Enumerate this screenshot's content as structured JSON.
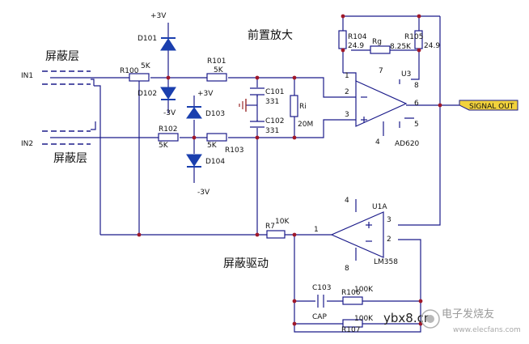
{
  "titles": {
    "preamp": "前置放大",
    "shield_drive": "屏蔽驱动",
    "shield_top": "屏蔽层",
    "shield_bottom": "屏蔽层"
  },
  "inputs": {
    "in1": "IN1",
    "in2": "IN2"
  },
  "supplies": {
    "d101_pos": "+3V",
    "d102_neg": "-3V",
    "d103_pos": "+3V",
    "d104_neg": "-3V"
  },
  "resistors": {
    "r100": {
      "name": "R100",
      "value": "5K"
    },
    "r101": {
      "name": "R101",
      "value": "5K"
    },
    "r102": {
      "name": "R102",
      "value": "5K"
    },
    "r103": {
      "name": "R103",
      "value": "5K"
    },
    "ri": {
      "name": "Ri",
      "value": "20M"
    },
    "r104": {
      "name": "R104",
      "value": "24.9"
    },
    "r105": {
      "name": "R105",
      "value": "24.9"
    },
    "rg": {
      "name": "Rg",
      "value": "8.25K"
    },
    "r7": {
      "name": "R7",
      "value": "10K"
    },
    "r106": {
      "name": "R106",
      "value": "100K"
    },
    "r107": {
      "name": "R107",
      "value": "100K"
    }
  },
  "capacitors": {
    "c101": {
      "name": "C101",
      "value": "331"
    },
    "c102": {
      "name": "C102",
      "value": "331"
    },
    "c103": {
      "name": "C103",
      "value": "CAP"
    }
  },
  "diodes": {
    "d101": "D101",
    "d102": "D102",
    "d103": "D103",
    "d104": "D104"
  },
  "amplifiers": {
    "u3": {
      "ref": "U3",
      "part": "AD620",
      "pins": {
        "p1": "1",
        "p2": "2",
        "p3": "3",
        "p4": "4",
        "p5": "5",
        "p6": "6",
        "p7": "7",
        "p8": "8"
      }
    },
    "u1a": {
      "ref": "U1A",
      "part": "LM358",
      "pins": {
        "p1": "1",
        "p2": "2",
        "p3": "3",
        "p4": "4",
        "p8": "8"
      }
    }
  },
  "output": {
    "label": "SIGNAL OUT"
  },
  "watermark": {
    "site": "ybx8.cn",
    "brand": "电子发烧友",
    "url": "www.elecfans.com"
  },
  "colors": {
    "wire": "#1b1b8a",
    "diode": "#1a3fae",
    "junction": "#a0182a",
    "output_tag": "#f2d23c"
  }
}
